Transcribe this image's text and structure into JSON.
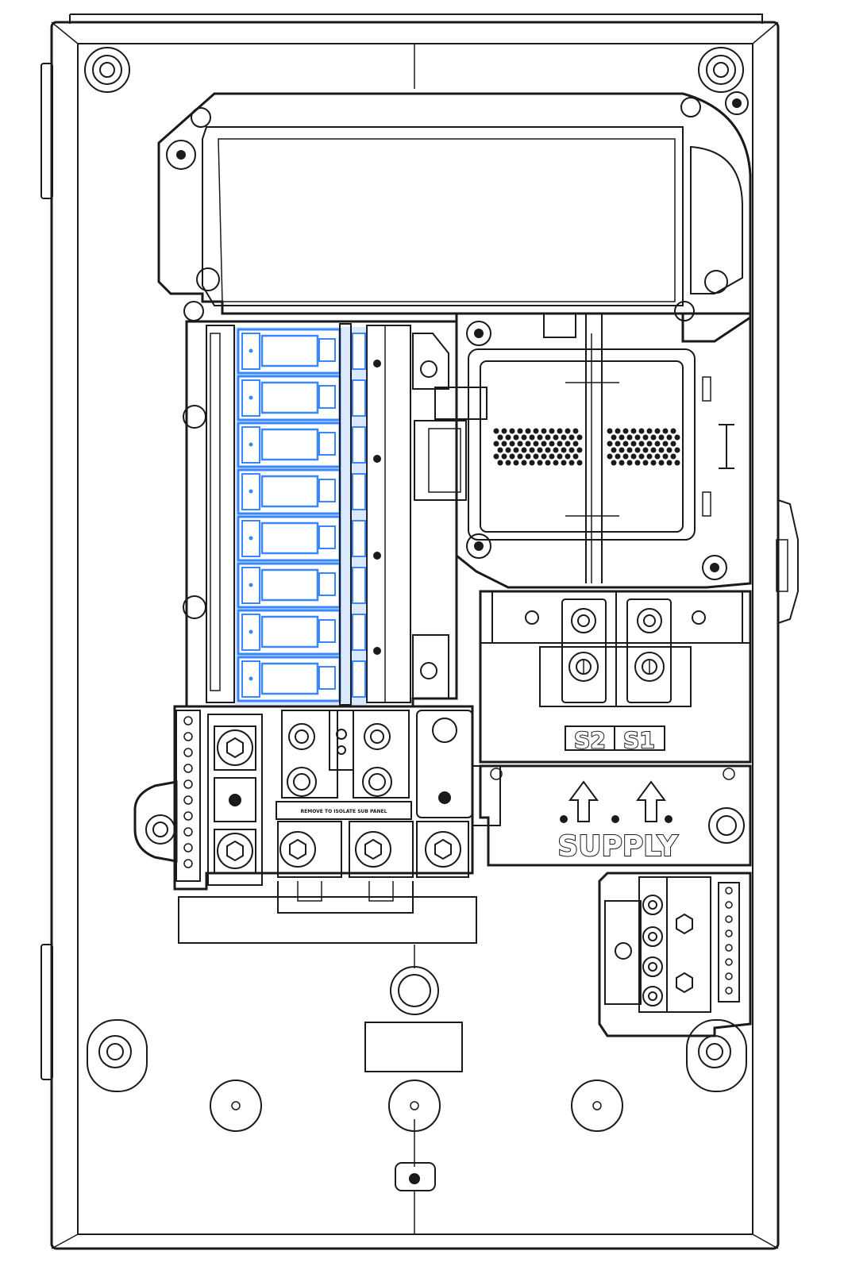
{
  "labels": {
    "s2": "S2",
    "s1": "S1",
    "supply": "SUPPLY",
    "bar_text": "REMOVE TO ISOLATE SUB PANEL"
  },
  "colors": {
    "breaker": "#3a86ff",
    "line": "#1a1a1a",
    "background": "#ffffff"
  },
  "breakers": [
    {
      "id": 1
    },
    {
      "id": 2
    },
    {
      "id": 3
    },
    {
      "id": 4
    },
    {
      "id": 5
    },
    {
      "id": 6
    },
    {
      "id": 7
    },
    {
      "id": 8
    }
  ],
  "icons": {
    "supply_arrows": "up-arrow-icon",
    "mount_holes": "screw-hole-icon",
    "terminals": "hex-bolt-icon"
  }
}
